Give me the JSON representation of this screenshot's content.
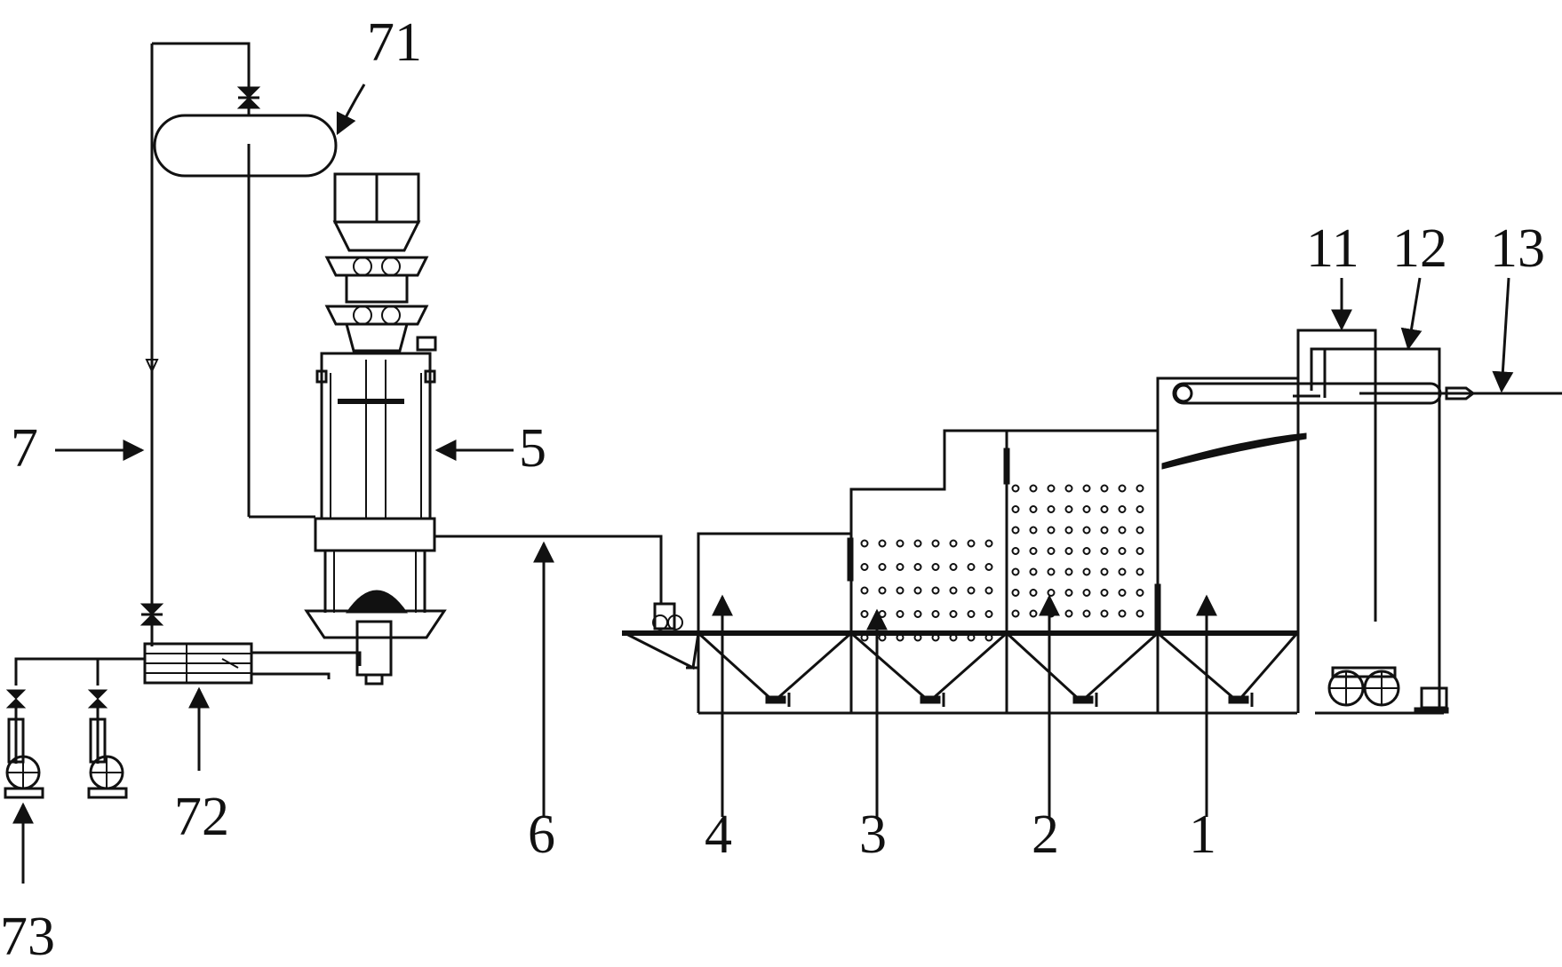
{
  "labels": {
    "l1": "1",
    "l2": "2",
    "l3": "3",
    "l4": "4",
    "l5": "5",
    "l6": "6",
    "l7": "7",
    "l11": "11",
    "l12": "12",
    "l13": "13",
    "l71": "71",
    "l72": "72",
    "l73": "73"
  }
}
